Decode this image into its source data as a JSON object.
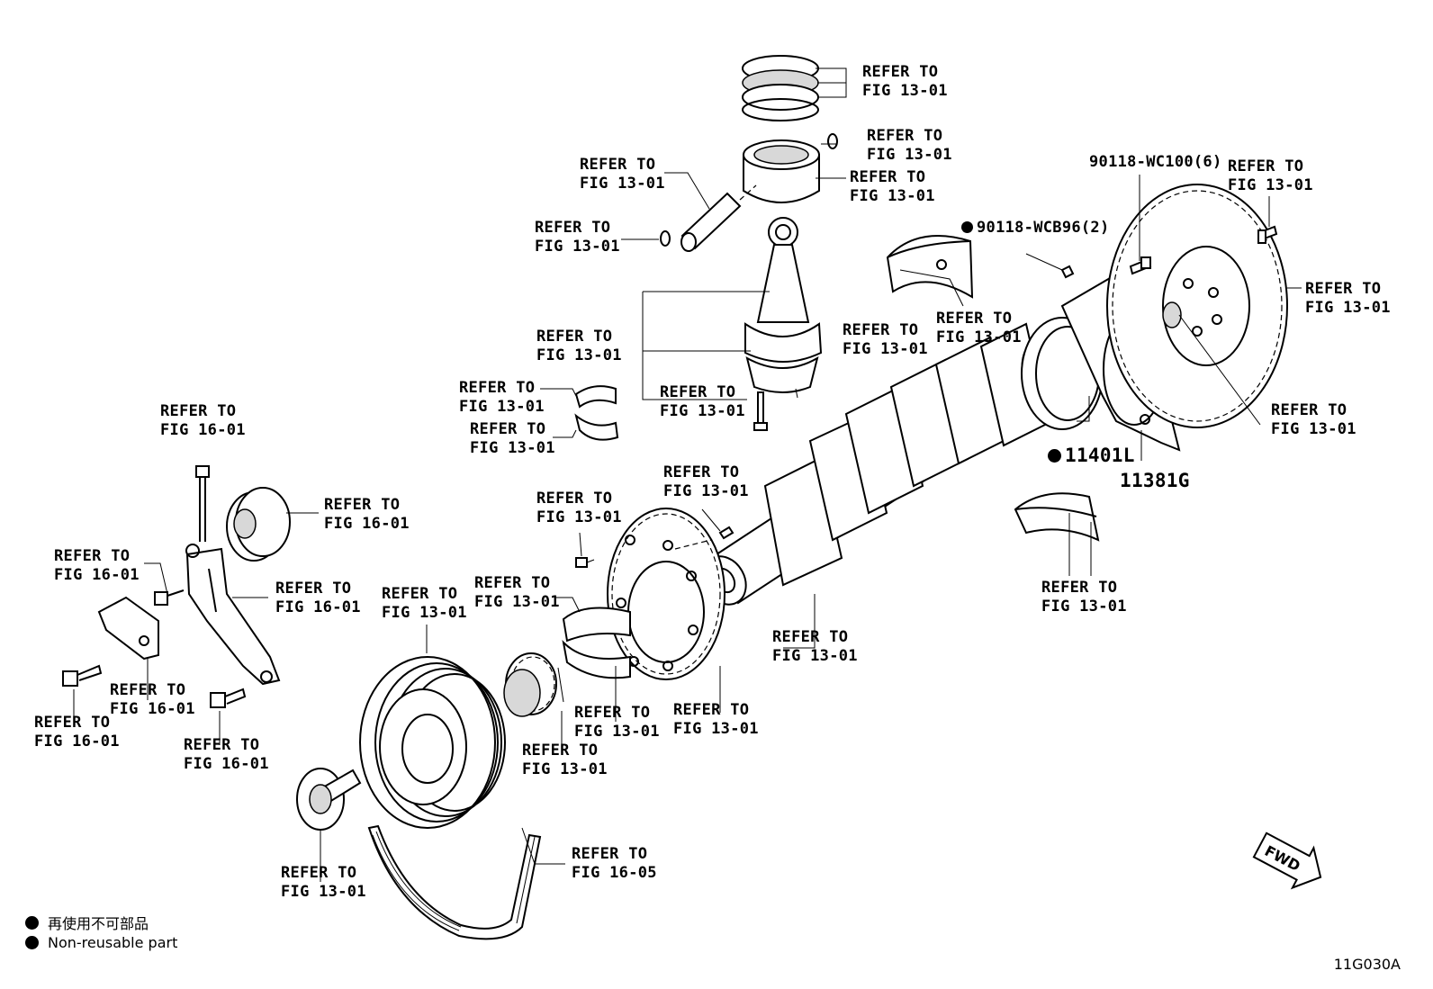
{
  "legend": {
    "nonreusable_jp": "再使用不可部品",
    "nonreusable_en": "Non-reusable part"
  },
  "figure_id": "11G030A",
  "fwd": "FWD",
  "parts": {
    "p1": "90118-WC100(6)",
    "p2": "90118-WCB96(2)",
    "p3": "11401L",
    "p4": "11381G"
  },
  "refs": [
    {
      "l1": "REFER TO",
      "l2": "FIG 13-01"
    },
    {
      "l1": "REFER TO",
      "l2": "FIG 13-01"
    },
    {
      "l1": "REFER TO",
      "l2": "FIG 13-01"
    },
    {
      "l1": "REFER TO",
      "l2": "FIG 13-01"
    },
    {
      "l1": "REFER TO",
      "l2": "FIG 13-01"
    },
    {
      "l1": "REFER TO",
      "l2": "FIG 13-01"
    },
    {
      "l1": "REFER TO",
      "l2": "FIG 13-01"
    },
    {
      "l1": "REFER TO",
      "l2": "FIG 13-01"
    },
    {
      "l1": "REFER TO",
      "l2": "FIG 13-01"
    },
    {
      "l1": "REFER TO",
      "l2": "FIG 13-01"
    },
    {
      "l1": "REFER TO",
      "l2": "FIG 13-01"
    },
    {
      "l1": "REFER TO",
      "l2": "FIG 13-01"
    },
    {
      "l1": "REFER TO",
      "l2": "FIG 13-01"
    },
    {
      "l1": "REFER TO",
      "l2": "FIG 13-01"
    },
    {
      "l1": "REFER TO",
      "l2": "FIG 13-01"
    },
    {
      "l1": "REFER TO",
      "l2": "FIG 13-01"
    },
    {
      "l1": "REFER TO",
      "l2": "FIG 13-01"
    },
    {
      "l1": "REFER TO",
      "l2": "FIG 13-01"
    },
    {
      "l1": "REFER TO",
      "l2": "FIG 13-01"
    },
    {
      "l1": "REFER TO",
      "l2": "FIG 13-01"
    },
    {
      "l1": "REFER TO",
      "l2": "FIG 13-01"
    },
    {
      "l1": "REFER TO",
      "l2": "FIG 13-01"
    },
    {
      "l1": "REFER TO",
      "l2": "FIG 16-01"
    },
    {
      "l1": "REFER TO",
      "l2": "FIG 16-01"
    },
    {
      "l1": "REFER TO",
      "l2": "FIG 16-01"
    },
    {
      "l1": "REFER TO",
      "l2": "FIG 16-01"
    },
    {
      "l1": "REFER TO",
      "l2": "FIG 16-01"
    },
    {
      "l1": "REFER TO",
      "l2": "FIG 16-01"
    },
    {
      "l1": "REFER TO",
      "l2": "FIG 16-01"
    },
    {
      "l1": "REFER TO",
      "l2": "FIG 16-05"
    }
  ]
}
